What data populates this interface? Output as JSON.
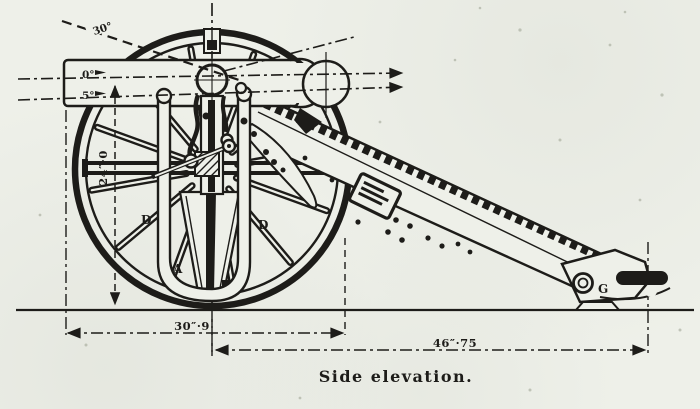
{
  "figure": {
    "caption": "Side elevation.",
    "paper_color": "#eef0e9",
    "ink_color": "#1d1c19"
  },
  "angle_labels": {
    "max_elevation": "30°",
    "zero_line": "0°",
    "depression": "5°"
  },
  "dimensions": {
    "axle_height": "24″·0",
    "wheel_base": "30″·9",
    "axle_to_trail_eye": "46″·75"
  },
  "part_labels": {
    "d_left": "D",
    "d_right": "D",
    "a": "A",
    "g": "G"
  }
}
